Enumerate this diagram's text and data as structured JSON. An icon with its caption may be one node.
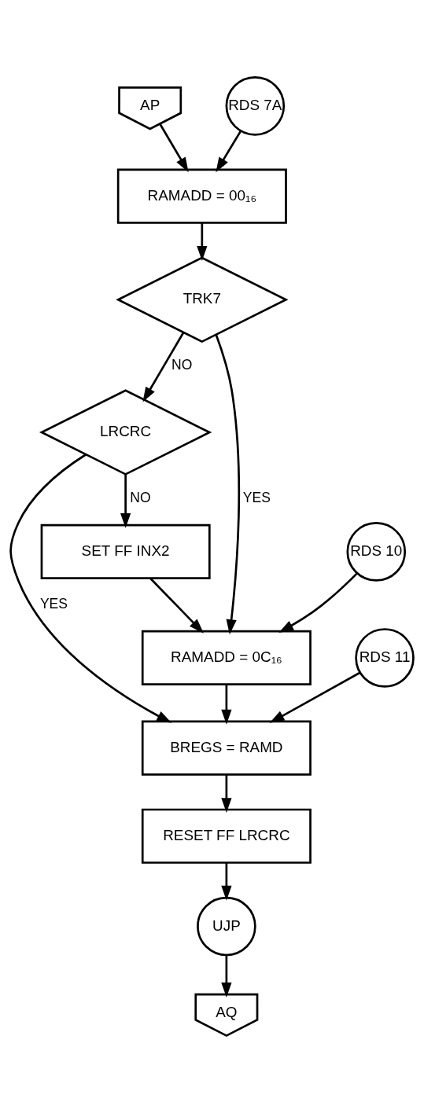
{
  "diagram": {
    "nodes": [
      {
        "text": [
          "AP"
        ]
      },
      {
        "text": [
          "RDS 7A"
        ]
      },
      {
        "text": [
          "RAMADD = 00₁₆"
        ]
      },
      {
        "text": [
          "TRK7"
        ]
      },
      {
        "text": [
          "LRCRC"
        ]
      },
      {
        "text": [
          "SET FF INX2"
        ]
      },
      {
        "text": [
          "RDS 10"
        ]
      },
      {
        "text": [
          "RAMADD = 0C₁₆"
        ]
      },
      {
        "text": [
          "RDS 11"
        ]
      },
      {
        "text": [
          "BREGS = RAMD"
        ]
      },
      {
        "text": [
          "RESET FF LRCRC"
        ]
      },
      {
        "text": [
          "UJP"
        ]
      },
      {
        "text": [
          "AQ"
        ]
      }
    ],
    "edges": [
      {
        "from": 0,
        "to": 2,
        "arrow": "to"
      },
      {
        "from": 1,
        "to": 2,
        "arrow": "to"
      },
      {
        "from": 2,
        "to": 3,
        "arrow": "to"
      },
      {
        "from": 3,
        "to": 4,
        "arrow": "to",
        "label": "NO"
      },
      {
        "from": 3,
        "to": 7,
        "arrow": "to",
        "label": "YES"
      },
      {
        "from": 4,
        "to": 5,
        "arrow": "to",
        "label": "NO"
      },
      {
        "from": 4,
        "to": 9,
        "arrow": "to",
        "label": "YES"
      },
      {
        "from": 5,
        "to": 7,
        "arrow": "to"
      },
      {
        "from": 6,
        "to": 7,
        "arrow": "to"
      },
      {
        "from": 7,
        "to": 9,
        "arrow": "to"
      },
      {
        "from": 8,
        "to": 9,
        "arrow": "to"
      },
      {
        "from": 9,
        "to": 10,
        "arrow": "to"
      },
      {
        "from": 10,
        "to": 11,
        "arrow": "to"
      },
      {
        "from": 11,
        "to": 12,
        "arrow": "to"
      }
    ]
  }
}
